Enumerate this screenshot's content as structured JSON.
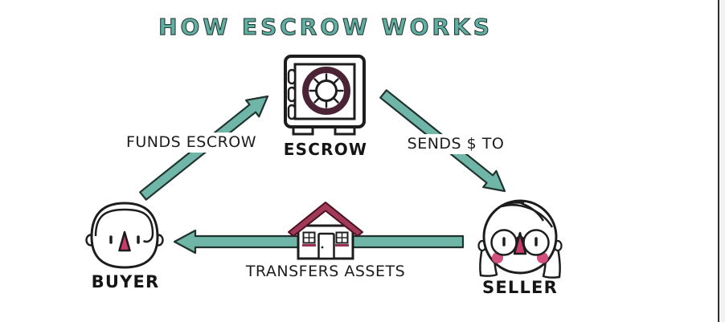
{
  "title": "HOW ESCROW WORKS",
  "nodes": {
    "escrow": {
      "label": "ESCROW",
      "icon": "safe-vault-icon"
    },
    "buyer": {
      "label": "BUYER",
      "icon": "buyer-face-icon"
    },
    "seller": {
      "label": "SELLER",
      "icon": "seller-face-icon"
    }
  },
  "flows": {
    "funds_escrow": {
      "from": "BUYER",
      "to": "ESCROW",
      "label": "FUNDS ESCROW"
    },
    "sends_money": {
      "from": "ESCROW",
      "to": "SELLER",
      "label": "SENDS $ TO"
    },
    "transfers_assets": {
      "from": "SELLER",
      "to": "BUYER",
      "label": "TRANSFERS ASSETS",
      "icon": "house-icon"
    }
  },
  "colors": {
    "background": "#ffffff",
    "title_teal": "#5fafa2",
    "arrow_fill": "#6fb5a8",
    "outline_dark": "#1d1d1d",
    "dial_ring_maroon": "#4a2334",
    "roof_maroon": "#a23a57",
    "nose_pink": "#c73c68",
    "cheek_pink": "#d34f7d",
    "label_black": "#1d1d1d"
  }
}
